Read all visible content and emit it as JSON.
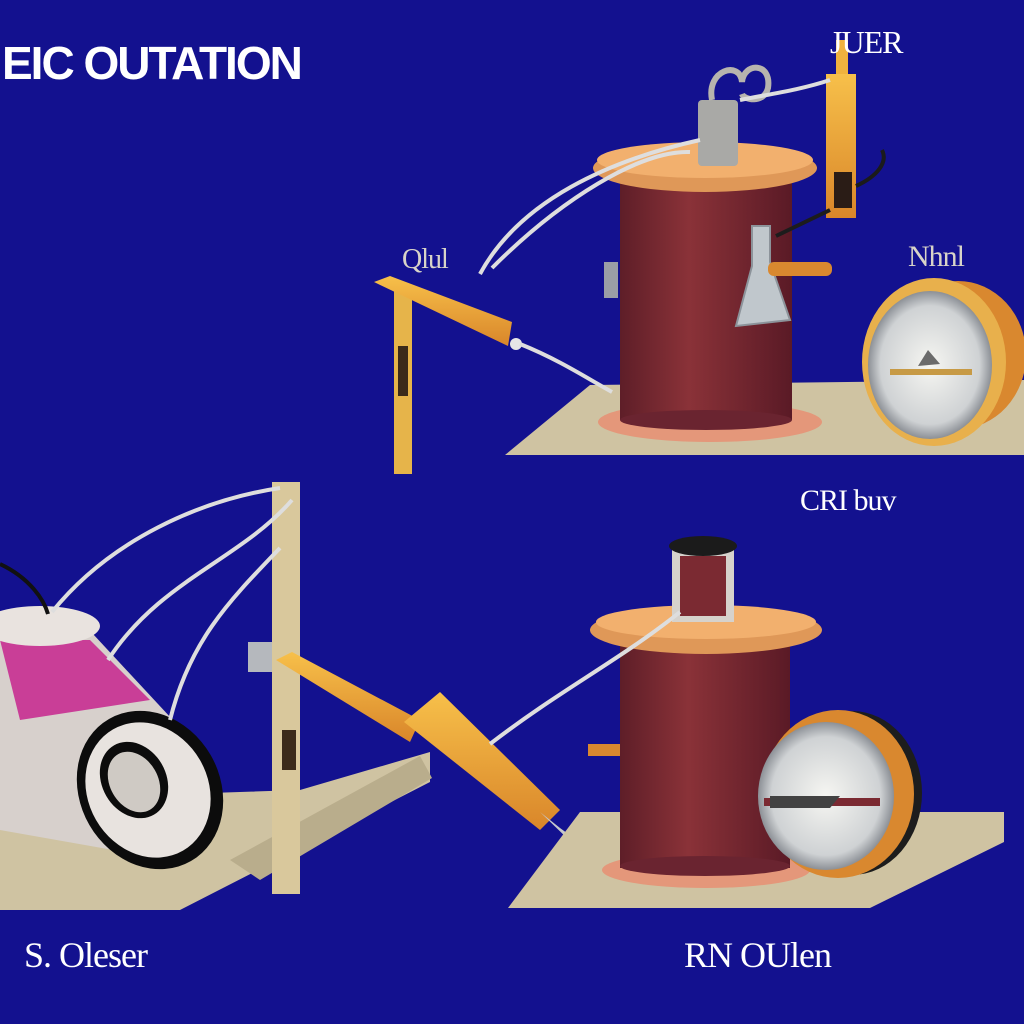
{
  "title": "EIC OUTATION",
  "labels": {
    "top_right": "JUER",
    "left_probe": "Qlul",
    "right_gauge": "Nhnl",
    "middle_right": "CRI buv",
    "bottom_left": "S. Oleser",
    "bottom_right": "RN OUlen"
  },
  "colors": {
    "background": "#13118f",
    "base_plate": "#cfc3a2",
    "cylinder": "#7b2a32",
    "disc": "#e09a5a",
    "probe": "#f0a838"
  }
}
